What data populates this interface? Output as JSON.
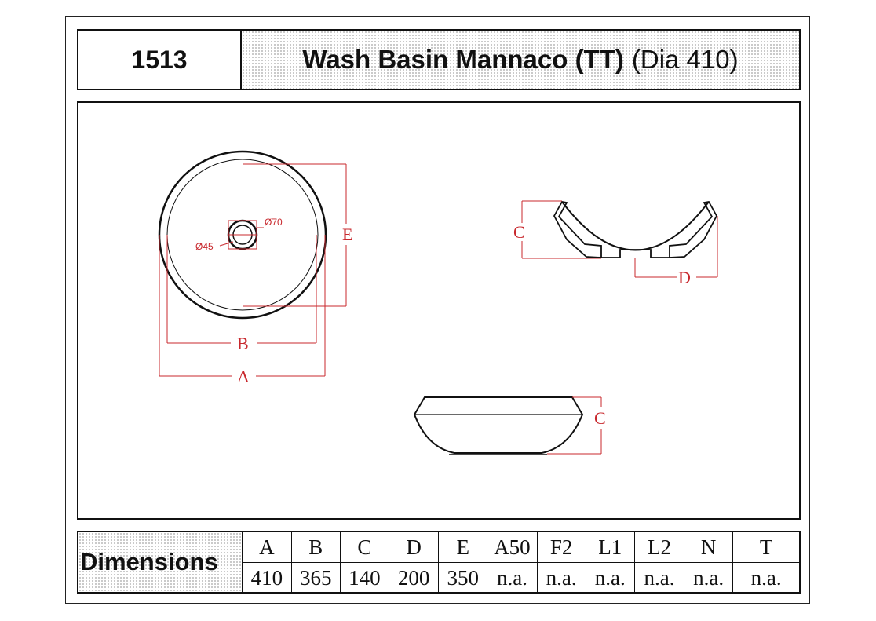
{
  "header": {
    "code": "1513",
    "title_bold": "Wash Basin Mannaco (TT)",
    "title_normal": "(Dia 410)"
  },
  "drawing": {
    "labels": {
      "A": "A",
      "B": "B",
      "C_side": "C",
      "C_front": "C",
      "D": "D",
      "E": "E",
      "dia70": "Ø70",
      "dia45": "Ø45"
    },
    "dimension_color": "#c8282d",
    "line_color": "#111111"
  },
  "dimensions": {
    "label": "Dimensions",
    "columns": [
      {
        "key": "A",
        "value": "410"
      },
      {
        "key": "B",
        "value": "365"
      },
      {
        "key": "C",
        "value": "140"
      },
      {
        "key": "D",
        "value": "200"
      },
      {
        "key": "E",
        "value": "350"
      },
      {
        "key": "A50",
        "value": "n.a."
      },
      {
        "key": "F2",
        "value": "n.a."
      },
      {
        "key": "L1",
        "value": "n.a."
      },
      {
        "key": "L2",
        "value": "n.a."
      },
      {
        "key": "N",
        "value": "n.a."
      },
      {
        "key": "T",
        "value": "n.a."
      }
    ]
  }
}
